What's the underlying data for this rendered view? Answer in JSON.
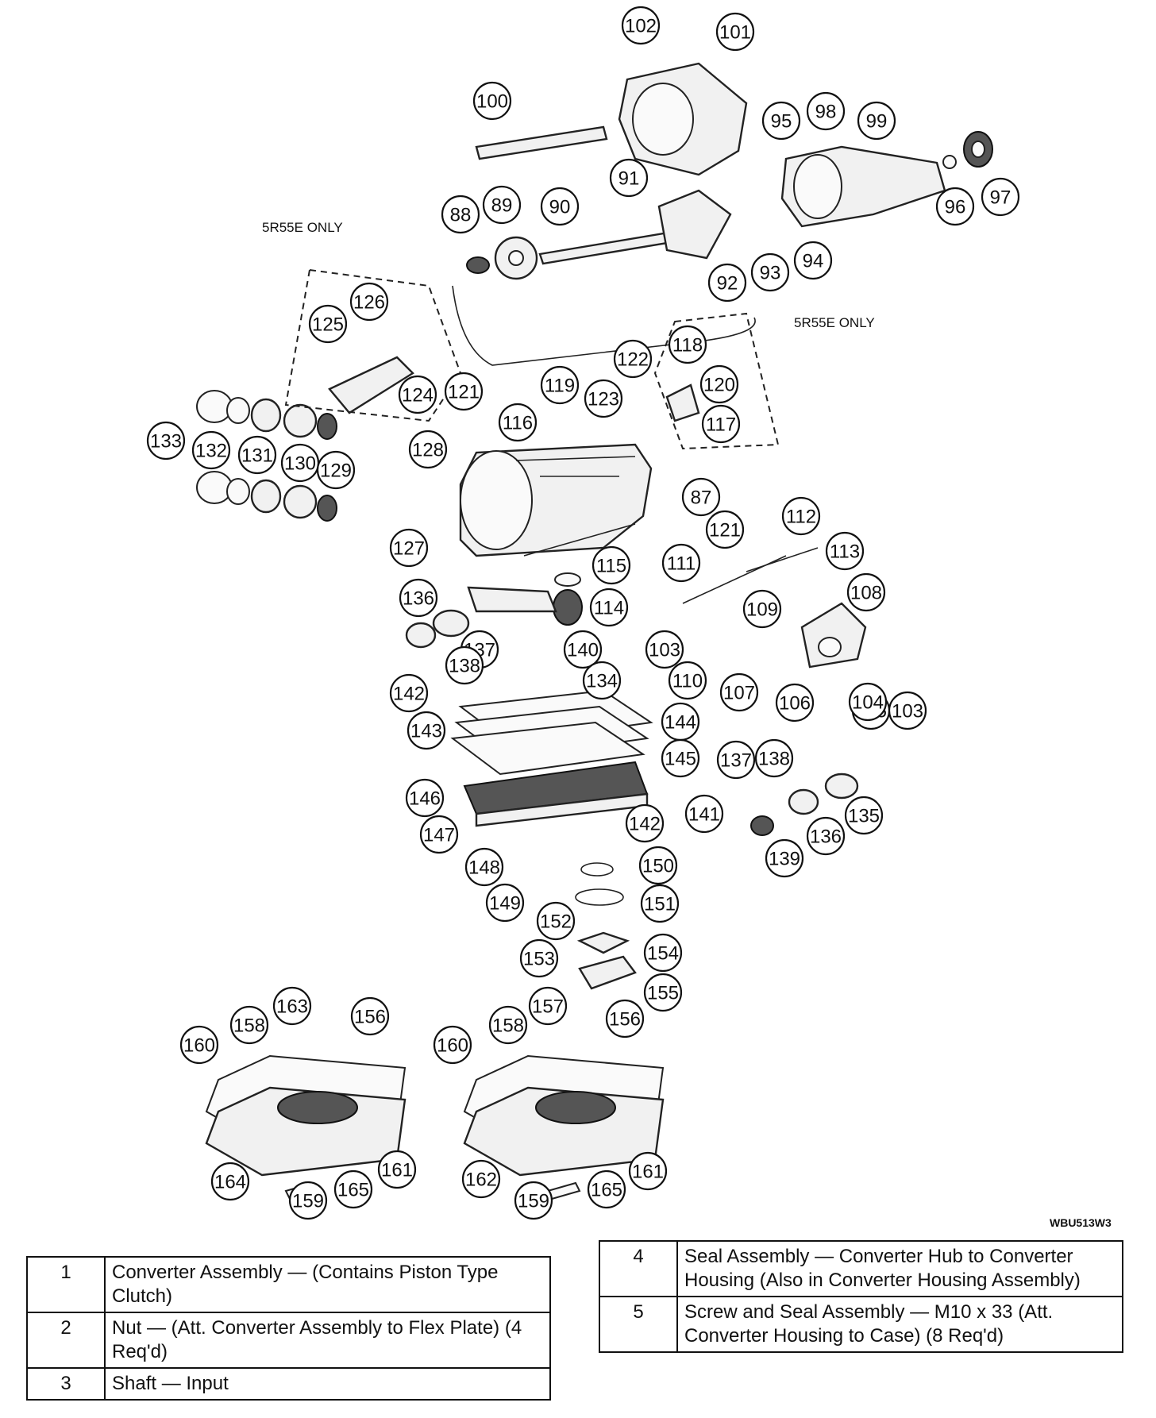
{
  "diagram": {
    "notes": [
      "5R55E ONLY",
      "5R55E ONLY"
    ],
    "figure_id": "WBU513W3",
    "callouts": [
      "100",
      "101",
      "102",
      "95",
      "96",
      "97",
      "98",
      "99",
      "88",
      "89",
      "90",
      "91",
      "92",
      "93",
      "94",
      "126",
      "125",
      "124",
      "121",
      "119",
      "122",
      "123",
      "118",
      "120",
      "117",
      "116",
      "87",
      "121",
      "133",
      "132",
      "131",
      "130",
      "129",
      "128",
      "127",
      "112",
      "113",
      "111",
      "115",
      "114",
      "108",
      "109",
      "136",
      "137",
      "138",
      "103",
      "110",
      "107",
      "106",
      "105",
      "104",
      "103",
      "140",
      "134",
      "142",
      "143",
      "144",
      "145",
      "146",
      "147",
      "148",
      "149",
      "141",
      "142",
      "137",
      "138",
      "135",
      "136",
      "139",
      "150",
      "151",
      "152",
      "153",
      "154",
      "155",
      "158",
      "163",
      "156",
      "160",
      "164",
      "165",
      "161",
      "159",
      "158",
      "157",
      "156",
      "160",
      "162",
      "165",
      "161",
      "159"
    ]
  },
  "legend_left": [
    {
      "num": "1",
      "desc": "Converter Assembly — (Contains Piston Type Clutch)"
    },
    {
      "num": "2",
      "desc": "Nut — (Att. Converter Assembly to Flex Plate) (4 Req'd)"
    },
    {
      "num": "3",
      "desc": "Shaft — Input"
    }
  ],
  "legend_right": [
    {
      "num": "4",
      "desc": "Seal Assembly — Converter Hub to Converter Housing (Also in Converter Housing Assembly)"
    },
    {
      "num": "5",
      "desc": "Screw and Seal Assembly — M10 x 33 (Att. Converter Housing to Case) (8 Req'd)"
    }
  ]
}
